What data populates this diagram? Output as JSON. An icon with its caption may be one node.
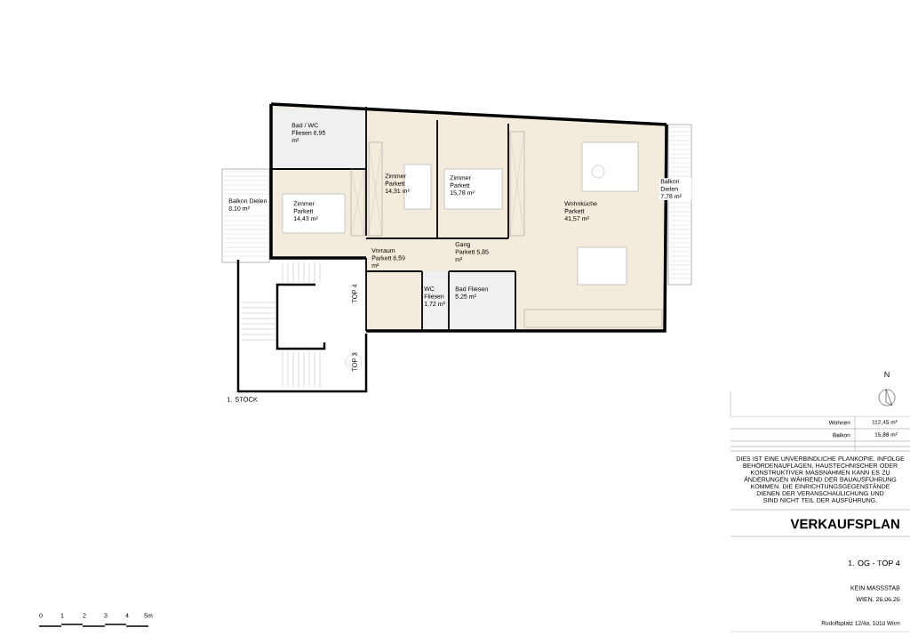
{
  "diagram": {
    "title": "VERKAUFSPLAN",
    "nodes": [
      {
        "text": [
          "Bad / WC Fliesen 6,95 m²"
        ]
      },
      {
        "text": [
          "Balkon Dielen 8,10 m²"
        ]
      },
      {
        "text": [
          "Zimmer Parkett 14,43 m²"
        ]
      },
      {
        "text": [
          "Zimmer Parkett 14,31 m²"
        ]
      },
      {
        "text": [
          "Zimmer Parkett 15,78 m²"
        ]
      },
      {
        "text": [
          "Wohnküche Parkett 41,57 m²"
        ]
      },
      {
        "text": [
          "Balkon Dielen 7,78 m²"
        ]
      },
      {
        "text": [
          "Vorraum Parkett 6,59 m²"
        ]
      },
      {
        "text": [
          "Gang Parkett 5,85 m²"
        ]
      },
      {
        "text": [
          "WC Fliesen 1,72 m²"
        ]
      },
      {
        "text": [
          "Bad Fliesen 5,25 m²"
        ]
      }
    ],
    "labels": [
      "TOP 4",
      "TOP 3",
      "1. STOCK",
      "N",
      "Wohnen",
      "112,45 m²",
      "Balkon",
      "15,88 m²",
      "DIES IST EINE UNVERBINDLICHE PLANKOPIE. INFOLGE BEHÖRDENAUFLAGEN, HAUSTECHNISCHER ODER KONSTRUKTIVER MASSNAHMEN KANN ES ZU ÄNDERUNGEN WÄHREND DER BAUAUSFÜHRUNG KOMMEN. DIE EINRICHTUNGSGEGENSTÄNDE DIENEN DER VERANSCHAULICHUNG UND SIND NICHT TEIL DER AUSFÜHRUNG.",
      "1. OG - TOP 4",
      "KEIN MASSSTAB",
      "WIEN, 26.06.26",
      "Rudolfsplatz 12/4a, 1010 Wien",
      "0",
      "1",
      "2",
      "3",
      "4",
      "5m"
    ]
  }
}
